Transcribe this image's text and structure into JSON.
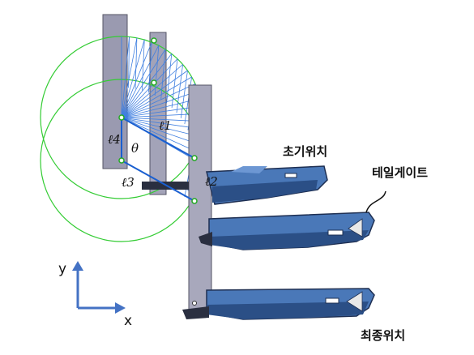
{
  "labels": {
    "initial_position": "초기위치",
    "tailgate": "테일게이트",
    "final_position": "최종위치",
    "l1": "ℓ1",
    "l2": "ℓ2",
    "l3": "ℓ3",
    "l4": "ℓ4",
    "theta": "θ",
    "axis_y": "y",
    "axis_x": "x"
  },
  "colors": {
    "link_plates": "#9a9ab0",
    "tailgate_body": "#4a78b8",
    "tailgate_dark": "#1e2f52",
    "sweep_lines": "#3f7fe0",
    "circles": "#33cc33",
    "axis_arrows": "#4472c4"
  }
}
